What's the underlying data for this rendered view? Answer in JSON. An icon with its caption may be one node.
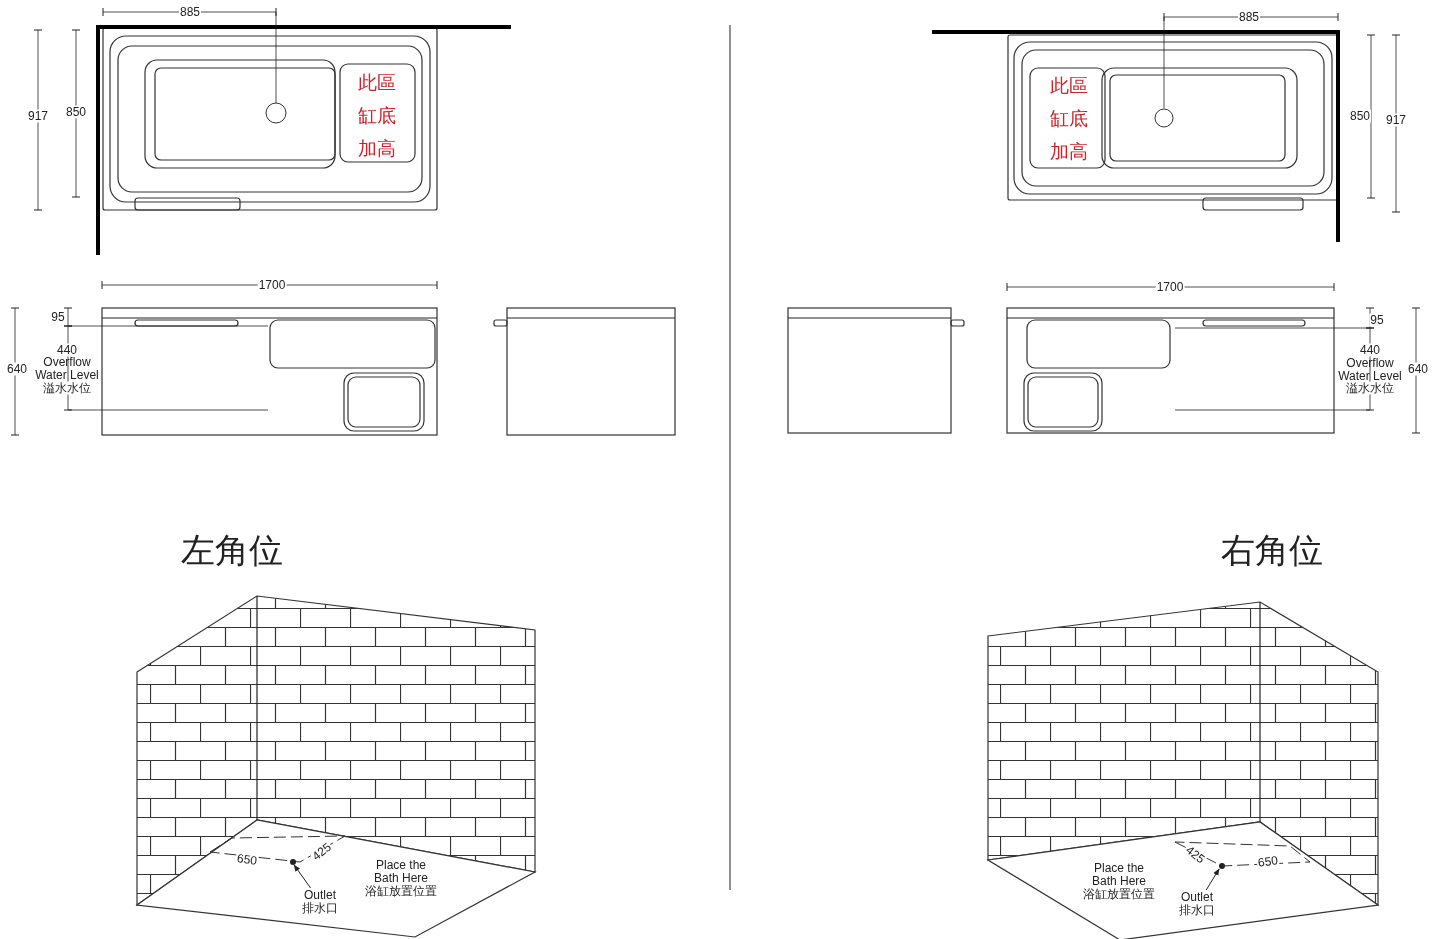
{
  "diagram": {
    "nodes": [
      {
        "text": [
          "Outlet",
          "排水口"
        ]
      },
      {
        "text": [],
        "shape": "circle"
      },
      {
        "text": [
          "Outlet",
          "排水口"
        ]
      },
      {
        "text": [],
        "shape": "circle"
      }
    ],
    "edges": [
      {
        "from": 0,
        "to": 1,
        "arrow": "to"
      },
      {
        "from": 2,
        "to": 3,
        "arrow": "to"
      }
    ],
    "labels": [
      "885",
      "917",
      "850",
      "此區缸底加高",
      "885",
      "850",
      "917",
      "此區缸底加高",
      "1700",
      "95",
      "440",
      "Overflow Water Level",
      "溢水水位",
      "640",
      "1700",
      "95",
      "440",
      "Overflow Water Level",
      "溢水水位",
      "640",
      "左角位",
      "右角位",
      "650",
      "425",
      "Place the Bath Here",
      "浴缸放置位置",
      "425",
      "650",
      "Place the Bath Here",
      "浴缸放置位置"
    ]
  }
}
